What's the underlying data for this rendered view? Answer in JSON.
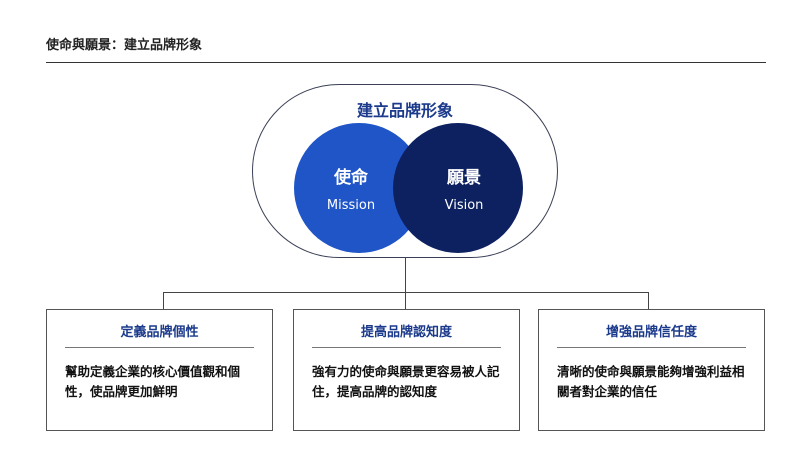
{
  "header": {
    "title": "使命與願景：建立品牌形象"
  },
  "diagram": {
    "capsule_title": "建立品牌形象",
    "mission": {
      "label": "使命",
      "sublabel": "Mission"
    },
    "vision": {
      "label": "願景",
      "sublabel": "Vision"
    }
  },
  "cards": [
    {
      "title": "定義品牌個性",
      "body": "幫助定義企業的核心價值觀和個性，使品牌更加鮮明"
    },
    {
      "title": "提高品牌認知度",
      "body": "強有力的使命與願景更容易被人記住，提高品牌的認知度"
    },
    {
      "title": "增強品牌信任度",
      "body": "清晰的使命與願景能夠增強利益相關者對企業的信任"
    }
  ],
  "colors": {
    "mission": "#1f55c7",
    "vision": "#0d2161",
    "accent_text": "#1b3a8c"
  }
}
